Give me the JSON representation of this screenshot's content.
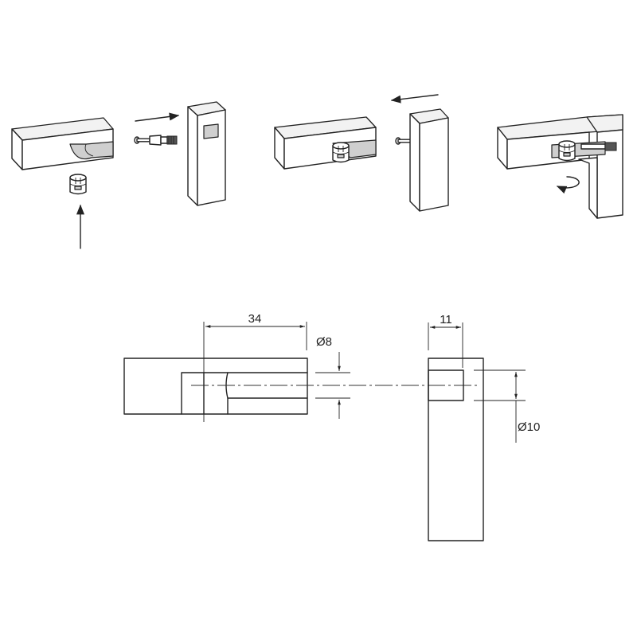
{
  "dimensions": {
    "depth_label": "34",
    "bolt_hole_label": "Ø8",
    "edge_offset_label": "11",
    "cam_hole_label": "Ø10"
  },
  "colors": {
    "line": "#222222",
    "background": "#ffffff",
    "shade": "#cfcfcf"
  },
  "steps": [
    {
      "icon": "insert-cam-housing-icon",
      "motion": "arrow-up"
    },
    {
      "icon": "insert-bolt-icon",
      "motion": "arrow-right"
    },
    {
      "icon": "push-panel-icon",
      "motion": "arrow-left"
    },
    {
      "icon": "rotate-lock-icon",
      "motion": "rotate-clockwise"
    }
  ]
}
